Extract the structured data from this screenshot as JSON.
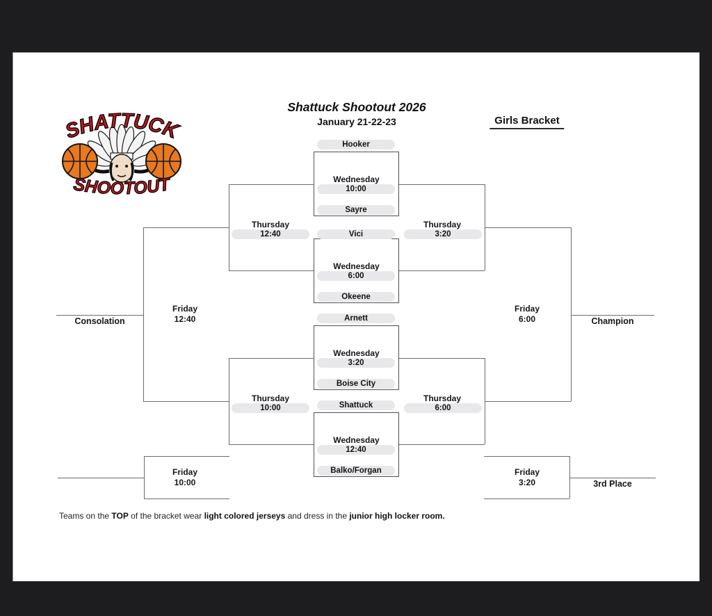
{
  "header": {
    "title": "Shattuck Shootout 2026",
    "dates": "January 21-22-23",
    "bracket_label": "Girls Bracket"
  },
  "logo": {
    "top_text": "SHATTUCK",
    "bottom_text": "SHOOTOUT"
  },
  "first_round": [
    {
      "day": "Wednesday",
      "time": "10:00",
      "top_team": "Hooker",
      "bottom_team": "Sayre"
    },
    {
      "day": "Wednesday",
      "time": "6:00",
      "top_team": "Vici",
      "bottom_team": "Okeene"
    },
    {
      "day": "Wednesday",
      "time": "3:20",
      "top_team": "Arnett",
      "bottom_team": "Boise City"
    },
    {
      "day": "Wednesday",
      "time": "12:40",
      "top_team": "Shattuck",
      "bottom_team": "Balko/Forgan"
    }
  ],
  "semifinals": [
    {
      "day": "Thursday",
      "time": "12:40"
    },
    {
      "day": "Thursday",
      "time": "3:20"
    },
    {
      "day": "Thursday",
      "time": "10:00"
    },
    {
      "day": "Thursday",
      "time": "6:00"
    }
  ],
  "finals": {
    "consolation_final": {
      "day": "Friday",
      "time": "12:40"
    },
    "championship": {
      "day": "Friday",
      "time": "6:00"
    },
    "consolation_game": {
      "day": "Friday",
      "time": "10:00"
    },
    "third_place_game": {
      "day": "Friday",
      "time": "3:20"
    }
  },
  "labels": {
    "consolation": "Consolation",
    "champion": "Champion",
    "third_place": "3rd Place"
  },
  "footer": {
    "text_1": "Teams on the ",
    "bold_1": "TOP",
    "text_2": " of the bracket wear ",
    "bold_2": "light colored jerseys",
    "text_3": " and dress in the ",
    "bold_3": "junior high locker room."
  },
  "colors": {
    "frame": "#1d1d20",
    "page": "#ffffff",
    "line": "#6b6b6b",
    "pill_background": "#e8e8eb",
    "logo_red": "#bf1a1f",
    "basketball_orange": "#e8791e"
  }
}
